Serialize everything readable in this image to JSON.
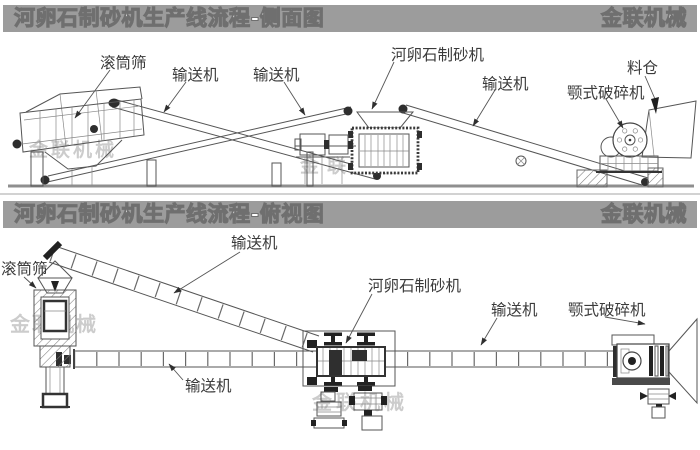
{
  "colors": {
    "header_bg": "#9c9c9c",
    "header_text": "#ffffff",
    "header_text_outline": "#6f6f6f",
    "drawing_line": "#555555",
    "dark_fill": "#2e2e2e",
    "watermark": "#cccccc",
    "ground": "#8f8f8f"
  },
  "headers": {
    "side": {
      "title": "河卵石制砂机生产线流程-侧面图",
      "brand": "金联机械"
    },
    "top": {
      "title": "河卵石制砂机生产线流程-俯视图",
      "brand": "金联机械"
    }
  },
  "side_view": {
    "labels": {
      "drum_screen": "滚筒筛",
      "conveyor_1": "输送机",
      "conveyor_2": "输送机",
      "sand_maker": "河卵石制砂机",
      "conveyor_3": "输送机",
      "jaw_crusher": "颚式破碎机",
      "hopper": "料仓"
    }
  },
  "top_view": {
    "labels": {
      "conveyor_top": "输送机",
      "drum_screen": "滚筒筛",
      "sand_maker": "河卵石制砂机",
      "conveyor_right": "输送机",
      "jaw_crusher": "颚式破碎机",
      "conveyor_bottom": "输送机"
    }
  },
  "watermark": {
    "text": "金联机械"
  }
}
